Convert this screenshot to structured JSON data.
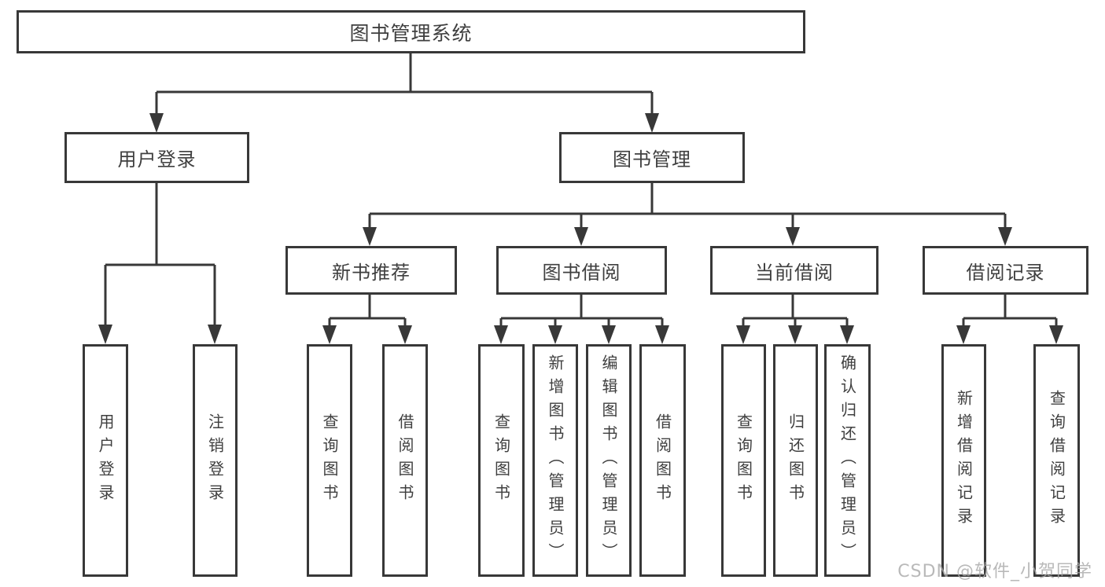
{
  "diagram": {
    "root": {
      "label": "图书管理系统"
    },
    "branches": [
      {
        "label": "用户登录",
        "children": [
          {
            "label": "用户登录"
          },
          {
            "label": "注销登录"
          }
        ]
      },
      {
        "label": "图书管理",
        "children": [
          {
            "label": "新书推荐",
            "children": [
              {
                "label": "查询图书"
              },
              {
                "label": "借阅图书"
              }
            ]
          },
          {
            "label": "图书借阅",
            "children": [
              {
                "label": "查询图书"
              },
              {
                "label": "新增图书（管理员）"
              },
              {
                "label": "编辑图书（管理员）"
              },
              {
                "label": "借阅图书"
              }
            ]
          },
          {
            "label": "当前借阅",
            "children": [
              {
                "label": "查询图书"
              },
              {
                "label": "归还图书"
              },
              {
                "label": "确认归还（管理员）"
              }
            ]
          },
          {
            "label": "借阅记录",
            "children": [
              {
                "label": "新增借阅记录"
              },
              {
                "label": "查询借阅记录"
              }
            ]
          }
        ]
      }
    ]
  },
  "watermark": "CSDN @软件_小贺同学",
  "colors": {
    "line": "#383838",
    "box_border": "#383838",
    "text": "#3f3f3f",
    "watermark": "#a8a8a8",
    "background": "#ffffff"
  }
}
